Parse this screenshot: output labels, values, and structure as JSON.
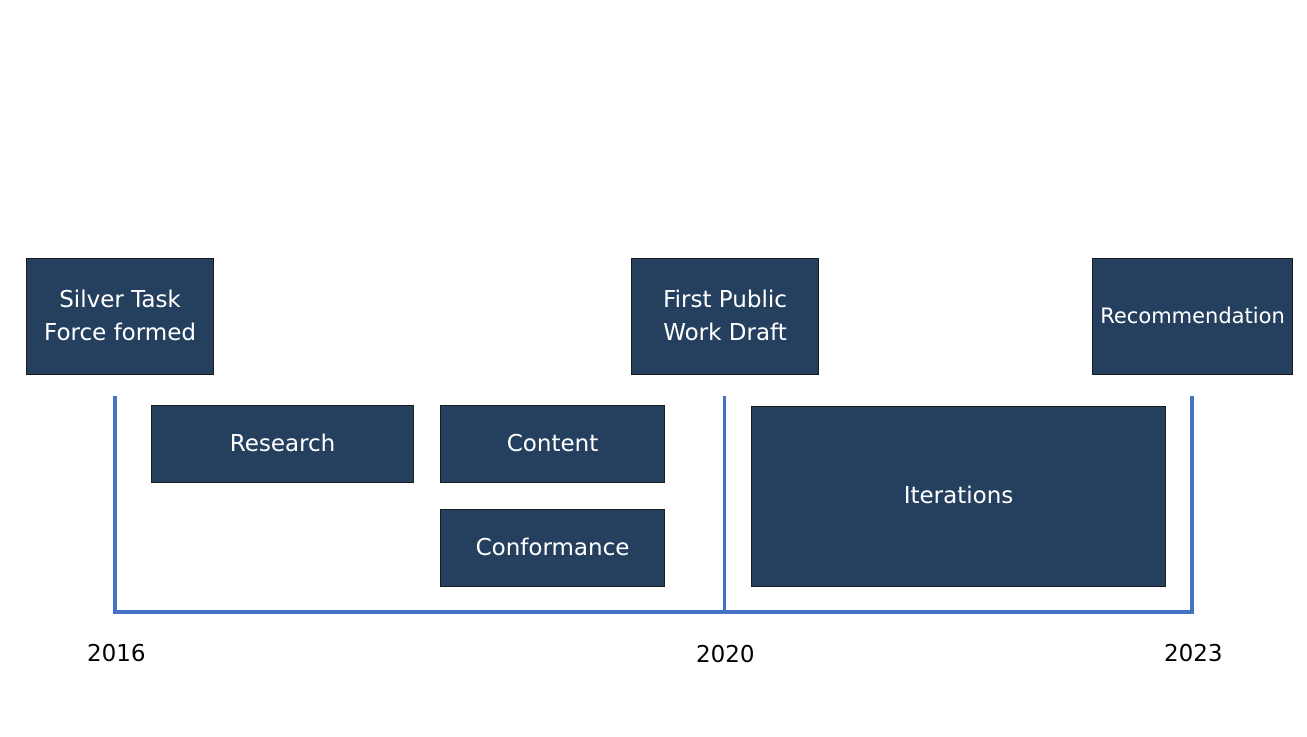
{
  "milestones": {
    "silver_task_force": "Silver Task\nForce formed",
    "first_public_draft": "First Public\nWork Draft",
    "recommendation": "Recommendation"
  },
  "phases": {
    "research": "Research",
    "content": "Content",
    "conformance": "Conformance",
    "iterations": "Iterations"
  },
  "years": {
    "start": "2016",
    "middle": "2020",
    "end": "2023"
  },
  "colors": {
    "box_fill": "#253f5e",
    "box_text": "#ffffff",
    "timeline": "#4472c4"
  }
}
